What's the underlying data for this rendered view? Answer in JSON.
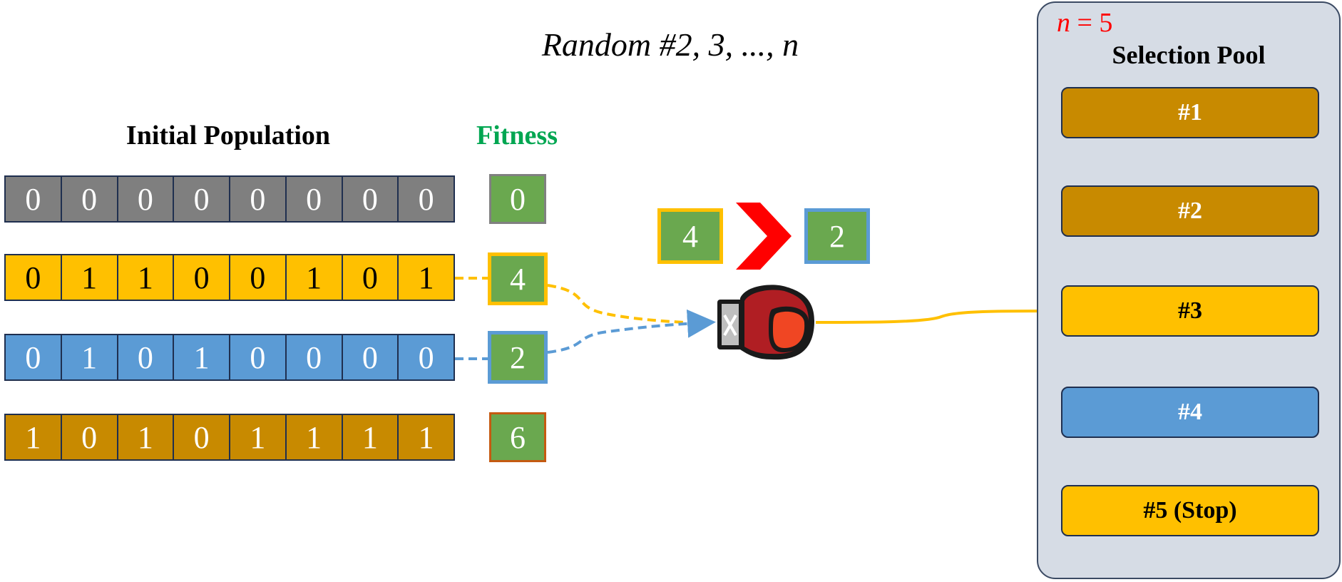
{
  "title": "Random #2, 3, ..., n",
  "population_heading": "Initial Population",
  "fitness_heading": "Fitness",
  "rows": [
    {
      "bits": [
        "0",
        "0",
        "0",
        "0",
        "0",
        "0",
        "0",
        "0"
      ],
      "fitness": "0",
      "color": "#7f7f7f",
      "text_color": "#ffffff"
    },
    {
      "bits": [
        "0",
        "1",
        "1",
        "0",
        "0",
        "1",
        "0",
        "1"
      ],
      "fitness": "4",
      "color": "#ffc000",
      "text_color": "#000000"
    },
    {
      "bits": [
        "0",
        "1",
        "0",
        "1",
        "0",
        "0",
        "0",
        "0"
      ],
      "fitness": "2",
      "color": "#5b9bd5",
      "text_color": "#ffffff"
    },
    {
      "bits": [
        "1",
        "0",
        "1",
        "0",
        "1",
        "1",
        "1",
        "1"
      ],
      "fitness": "6",
      "color": "#c88a00",
      "text_color": "#ffffff"
    }
  ],
  "comparison": {
    "left": "4",
    "right": "2",
    "symbol_color": "#ff0000"
  },
  "pool": {
    "n_label": "n",
    "n_eq": " = 5",
    "title": "Selection Pool",
    "slots": [
      {
        "label": "#1",
        "color": "#c88a00",
        "text_color": "#ffffff"
      },
      {
        "label": "#2",
        "color": "#c88a00",
        "text_color": "#ffffff"
      },
      {
        "label": "#3",
        "color": "#ffc000",
        "text_color": "#000000"
      },
      {
        "label": "#4",
        "color": "#5b9bd5",
        "text_color": "#ffffff"
      },
      {
        "label": "#5 (Stop)",
        "color": "#ffc000",
        "text_color": "#000000"
      }
    ]
  },
  "icons": [
    "boxing-glove-icon",
    "greater-than-chevron-icon"
  ]
}
